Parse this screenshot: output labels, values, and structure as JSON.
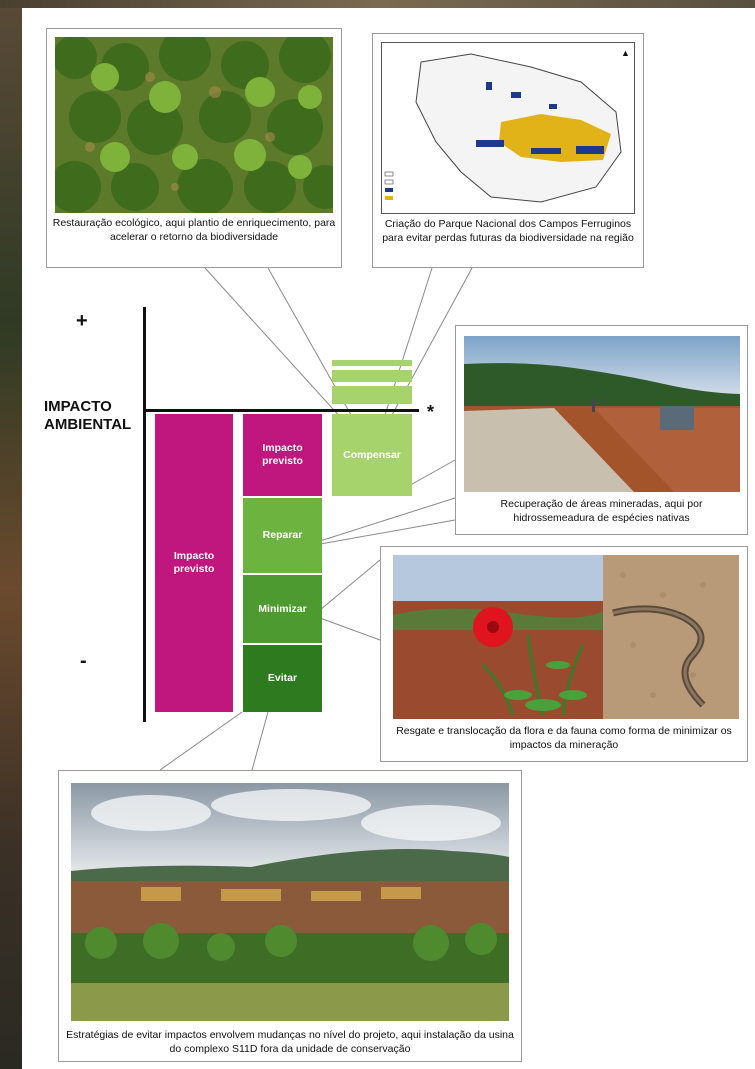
{
  "diagram": {
    "axis_label": "IMPACTO\nAMBIENTAL",
    "plus_sign": "+",
    "minus_sign": "-",
    "asterisk": "*",
    "bars": {
      "predicted_large": "Impacto\nprevisto",
      "predicted_small": "Impacto\nprevisto",
      "repair": "Reparar",
      "minimize": "Minimizar",
      "avoid": "Evitar",
      "compensate": "Compensar"
    },
    "colors": {
      "magenta": "#c0177f",
      "green_light": "#a7d36d",
      "green_mid": "#6db33f",
      "green_dark": "#4d9a30",
      "green_darkest": "#2e7a1e"
    }
  },
  "callouts": {
    "restoration": "Restauração ecológico, aqui plantio de enriquecimento, para acelerar o retorno da biodiversidade",
    "park": "Criação do Parque Nacional dos Campos Ferruginos para evitar perdas futuras da biodiversidade na região",
    "recovery": "Recuperação de áreas mineradas, aqui por hidrossemeadura de espécies nativas",
    "rescue": "Resgate e translocação da flora e da fauna como forma de minimizar os impactos da mineração",
    "avoid": "Estratégias de evitar impactos envolvem mudanças no nível do projeto, aqui instalação da usina do complexo S11D fora da unidade de conservação"
  }
}
